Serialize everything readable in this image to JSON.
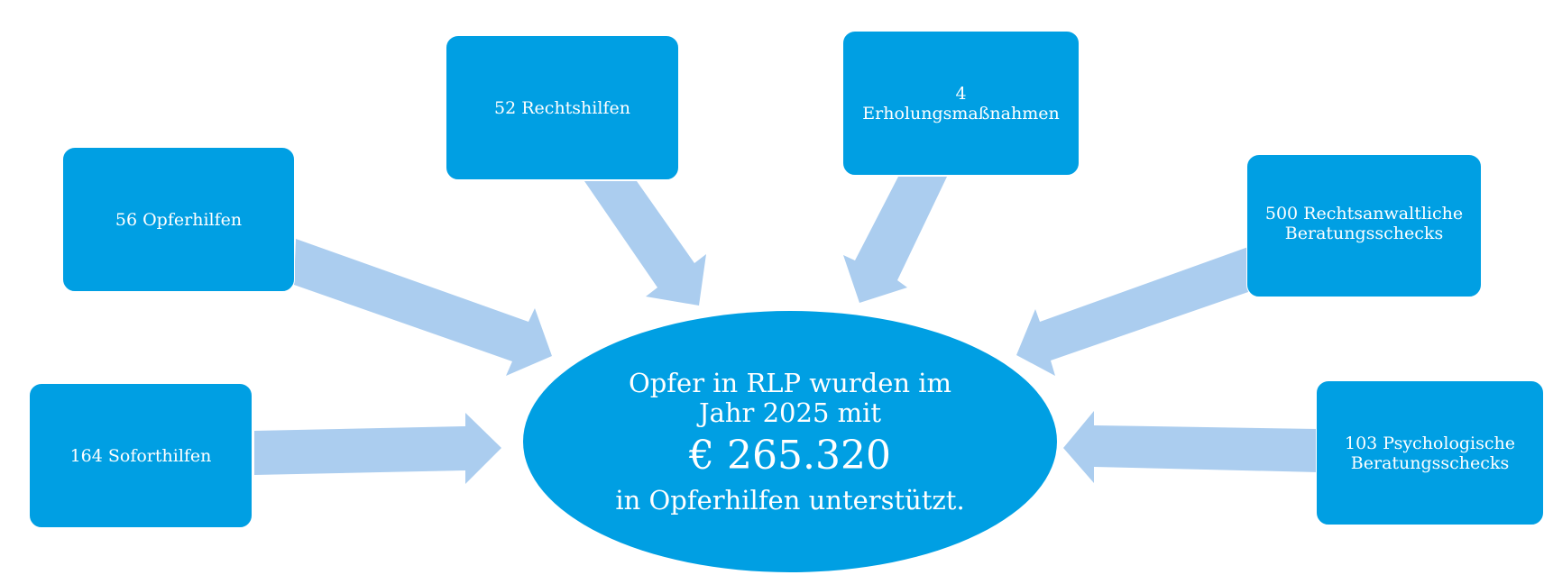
{
  "colors": {
    "box_fill": "#009fe3",
    "arrow_fill": "#abcdef",
    "text": "#ffffff",
    "background": "#ffffff"
  },
  "center": {
    "line1": "Opfer in RLP wurden im",
    "line2": "Jahr 2025 mit",
    "amount": "€ 265.320",
    "line3": "in Opferhilfen unterstützt."
  },
  "boxes": [
    {
      "id": "opferhilfen",
      "lines": [
        "56 Opferhilfen"
      ]
    },
    {
      "id": "rechtshilfen",
      "lines": [
        "52 Rechtshilfen"
      ]
    },
    {
      "id": "erholung",
      "lines": [
        "4",
        "Erholungsmaßnahmen"
      ]
    },
    {
      "id": "rechtsanwalt",
      "lines": [
        "500 Rechtsanwaltliche",
        "Beratungsschecks"
      ]
    },
    {
      "id": "soforthilfen",
      "lines": [
        "164 Soforthilfen"
      ]
    },
    {
      "id": "psychologisch",
      "lines": [
        "103 Psychologische",
        "Beratungsschecks"
      ]
    }
  ]
}
